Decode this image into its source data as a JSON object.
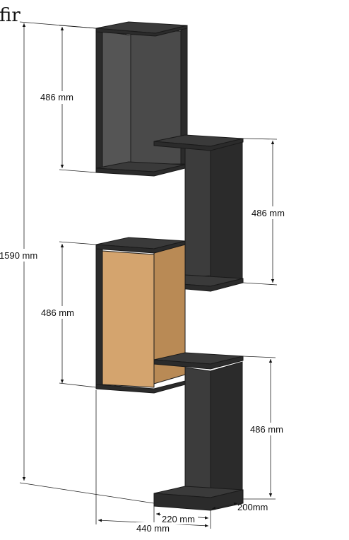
{
  "brand_fragment": "fir",
  "dimensions": {
    "total_height": "1590 mm",
    "top_left_module_height": "486 mm",
    "upper_right_module_height": "486 mm",
    "middle_left_module_height": "486 mm",
    "lower_right_module_height": "486 mm",
    "depth": "200mm",
    "module_width": "220 mm",
    "total_width": "440 mm"
  },
  "colors": {
    "board_top": "#3a3a3a",
    "board_front": "#2b2b2b",
    "inner_back": "#4a4a4a",
    "inner_side": "#555555",
    "door_front": "#d4a46e",
    "door_side": "#b98a55",
    "line": "#1a1a1a"
  }
}
